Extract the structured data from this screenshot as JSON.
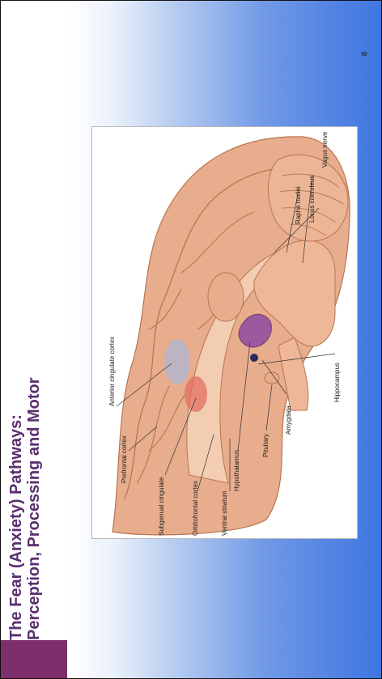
{
  "title": {
    "line1": "The Fear (Anxiety) Pathways:",
    "line2": "Perception, Processing and Motor"
  },
  "slide_number": "8",
  "figure": {
    "labels": {
      "anterior_cingulate": "Anterior cingulate cortex",
      "prefrontal": "Prefrontal cortex",
      "subgenual": "Subgenual cingulate",
      "orbitofrontal": "Orbitofrontal cortex",
      "ventral_striatum": "Ventral striatum",
      "hypothalamus": "Hypothalamus",
      "pituitary": "Pituitary",
      "amygdala": "Amygdala",
      "hippocampus": "Hippocampus",
      "raphe": "Raphe nuclei",
      "locus": "Locus coeruleus",
      "vagus": "Vagus nerve"
    }
  },
  "colors": {
    "title": "#5a2f6e",
    "accent": "#7d2f6c",
    "brain": "#e8b08f",
    "brain_dark": "#c98762"
  }
}
